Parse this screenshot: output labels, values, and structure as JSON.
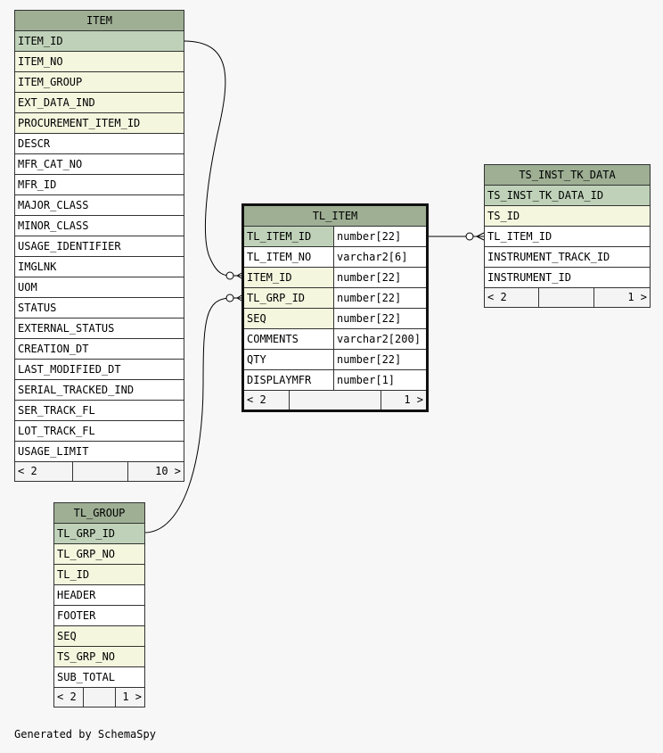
{
  "footer_text": "Generated by SchemaSpy",
  "tables": {
    "item": {
      "name": "ITEM",
      "columns": [
        {
          "name": "ITEM_ID",
          "kind": "pk"
        },
        {
          "name": "ITEM_NO",
          "kind": "fk"
        },
        {
          "name": "ITEM_GROUP",
          "kind": "fk"
        },
        {
          "name": "EXT_DATA_IND",
          "kind": "fk"
        },
        {
          "name": "PROCUREMENT_ITEM_ID",
          "kind": "fk"
        },
        {
          "name": "DESCR",
          "kind": "plain"
        },
        {
          "name": "MFR_CAT_NO",
          "kind": "plain"
        },
        {
          "name": "MFR_ID",
          "kind": "plain"
        },
        {
          "name": "MAJOR_CLASS",
          "kind": "plain"
        },
        {
          "name": "MINOR_CLASS",
          "kind": "plain"
        },
        {
          "name": "USAGE_IDENTIFIER",
          "kind": "plain"
        },
        {
          "name": "IMGLNK",
          "kind": "plain"
        },
        {
          "name": "UOM",
          "kind": "plain"
        },
        {
          "name": "STATUS",
          "kind": "plain"
        },
        {
          "name": "EXTERNAL_STATUS",
          "kind": "plain"
        },
        {
          "name": "CREATION_DT",
          "kind": "plain"
        },
        {
          "name": "LAST_MODIFIED_DT",
          "kind": "plain"
        },
        {
          "name": "SERIAL_TRACKED_IND",
          "kind": "plain"
        },
        {
          "name": "SER_TRACK_FL",
          "kind": "plain"
        },
        {
          "name": "LOT_TRACK_FL",
          "kind": "plain"
        },
        {
          "name": "USAGE_LIMIT",
          "kind": "plain"
        }
      ],
      "footer": {
        "left": "< 2",
        "right": "10 >"
      }
    },
    "tl_item": {
      "name": "TL_ITEM",
      "columns": [
        {
          "name": "TL_ITEM_ID",
          "type": "number[22]",
          "kind": "pk"
        },
        {
          "name": "TL_ITEM_NO",
          "type": "varchar2[6]",
          "kind": "plain"
        },
        {
          "name": "ITEM_ID",
          "type": "number[22]",
          "kind": "fk"
        },
        {
          "name": "TL_GRP_ID",
          "type": "number[22]",
          "kind": "fk"
        },
        {
          "name": "SEQ",
          "type": "number[22]",
          "kind": "fk"
        },
        {
          "name": "COMMENTS",
          "type": "varchar2[200]",
          "kind": "plain"
        },
        {
          "name": "QTY",
          "type": "number[22]",
          "kind": "plain"
        },
        {
          "name": "DISPLAYMFR",
          "type": "number[1]",
          "kind": "plain"
        }
      ],
      "footer": {
        "left": "< 2",
        "right": "1 >"
      }
    },
    "ts_inst_tk_data": {
      "name": "TS_INST_TK_DATA",
      "columns": [
        {
          "name": "TS_INST_TK_DATA_ID",
          "kind": "pk"
        },
        {
          "name": "TS_ID",
          "kind": "fk"
        },
        {
          "name": "TL_ITEM_ID",
          "kind": "plain"
        },
        {
          "name": "INSTRUMENT_TRACK_ID",
          "kind": "plain"
        },
        {
          "name": "INSTRUMENT_ID",
          "kind": "plain"
        }
      ],
      "footer": {
        "left": "< 2",
        "right": "1 >"
      }
    },
    "tl_group": {
      "name": "TL_GROUP",
      "columns": [
        {
          "name": "TL_GRP_ID",
          "kind": "pk"
        },
        {
          "name": "TL_GRP_NO",
          "kind": "fk"
        },
        {
          "name": "TL_ID",
          "kind": "fk"
        },
        {
          "name": "HEADER",
          "kind": "plain"
        },
        {
          "name": "FOOTER",
          "kind": "plain"
        },
        {
          "name": "SEQ",
          "kind": "fk"
        },
        {
          "name": "TS_GRP_NO",
          "kind": "fk"
        },
        {
          "name": "SUB_TOTAL",
          "kind": "plain"
        }
      ],
      "footer": {
        "left": "< 2",
        "right": "1 >"
      }
    }
  },
  "colors": {
    "header": "#9eaf94",
    "primary_key": "#bfd2b9",
    "foreign_key": "#f4f6de",
    "background": "#f7f7f7"
  }
}
